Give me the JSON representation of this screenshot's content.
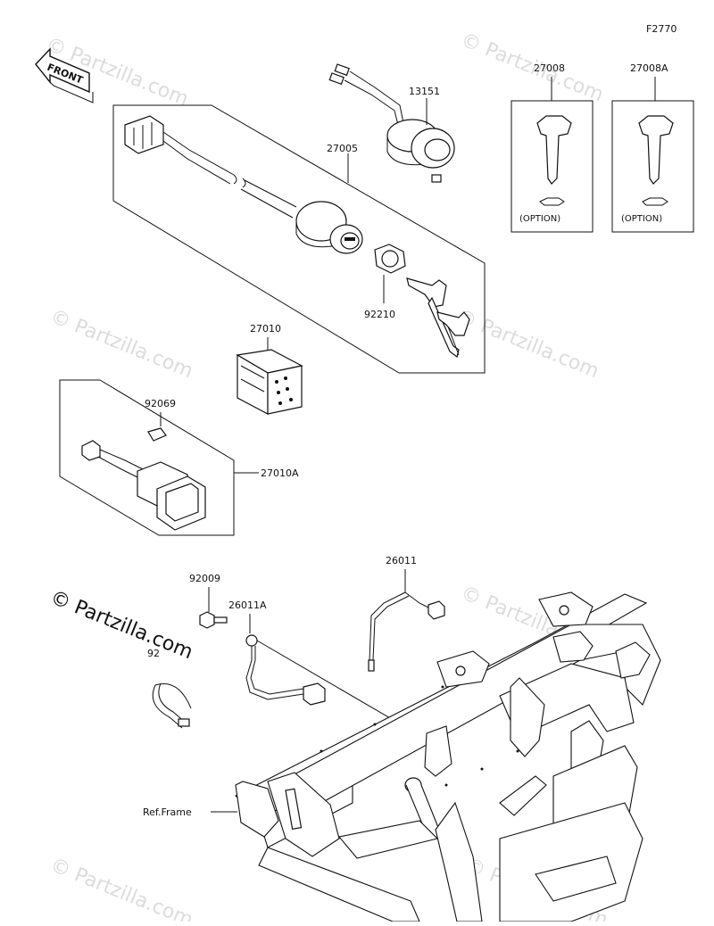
{
  "diagram": {
    "figure_code": "F2770",
    "front_label": "FRONT",
    "watermark_text": "© Partzilla.com",
    "option_text": "(OPTION)",
    "ref_frame_label": "Ref.Frame",
    "parts": {
      "ignition_switch": "27005",
      "key_cylinder": "13151",
      "nut": "92210",
      "blank_key": "27008",
      "blank_key_a": "27008A",
      "rocker_switch": "27010",
      "switch_assembly": "27010A",
      "bulb": "92069",
      "bolt": "92009",
      "lead_wire": "26011",
      "lead_wire_a": "26011A",
      "band": "92"
    }
  },
  "colors": {
    "line": "#111111",
    "watermark": "#dcdcdc",
    "background": "#ffffff"
  }
}
